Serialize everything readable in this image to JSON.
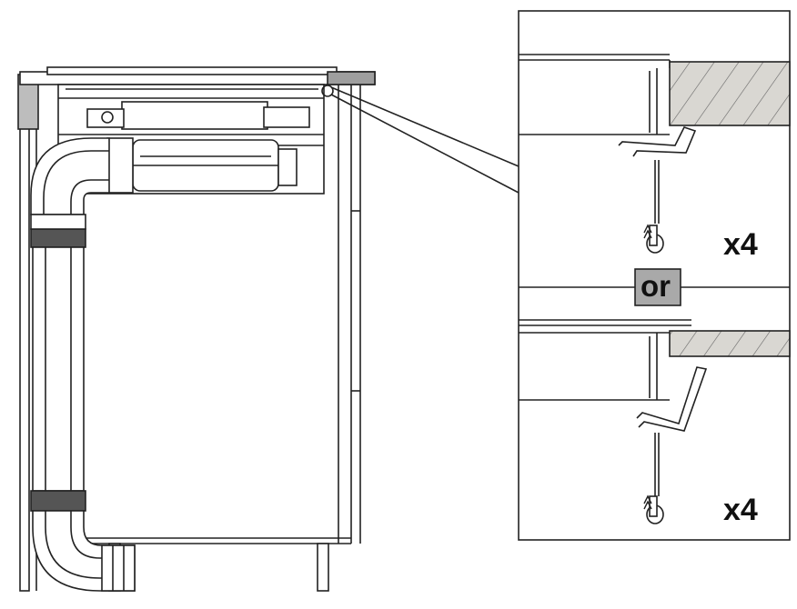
{
  "labels": {
    "quantity_top": "x4",
    "quantity_bottom": "x4",
    "alternative": "or"
  },
  "colors": {
    "line": "#222222",
    "countertop_fill": "#d9d7d2",
    "duct_band": "#555555",
    "or_box": "#a9a9a9"
  },
  "icons": {
    "duct_elbow": "duct-elbow-icon",
    "mounting_clip": "mounting-clip-icon",
    "screw": "screw-icon"
  }
}
